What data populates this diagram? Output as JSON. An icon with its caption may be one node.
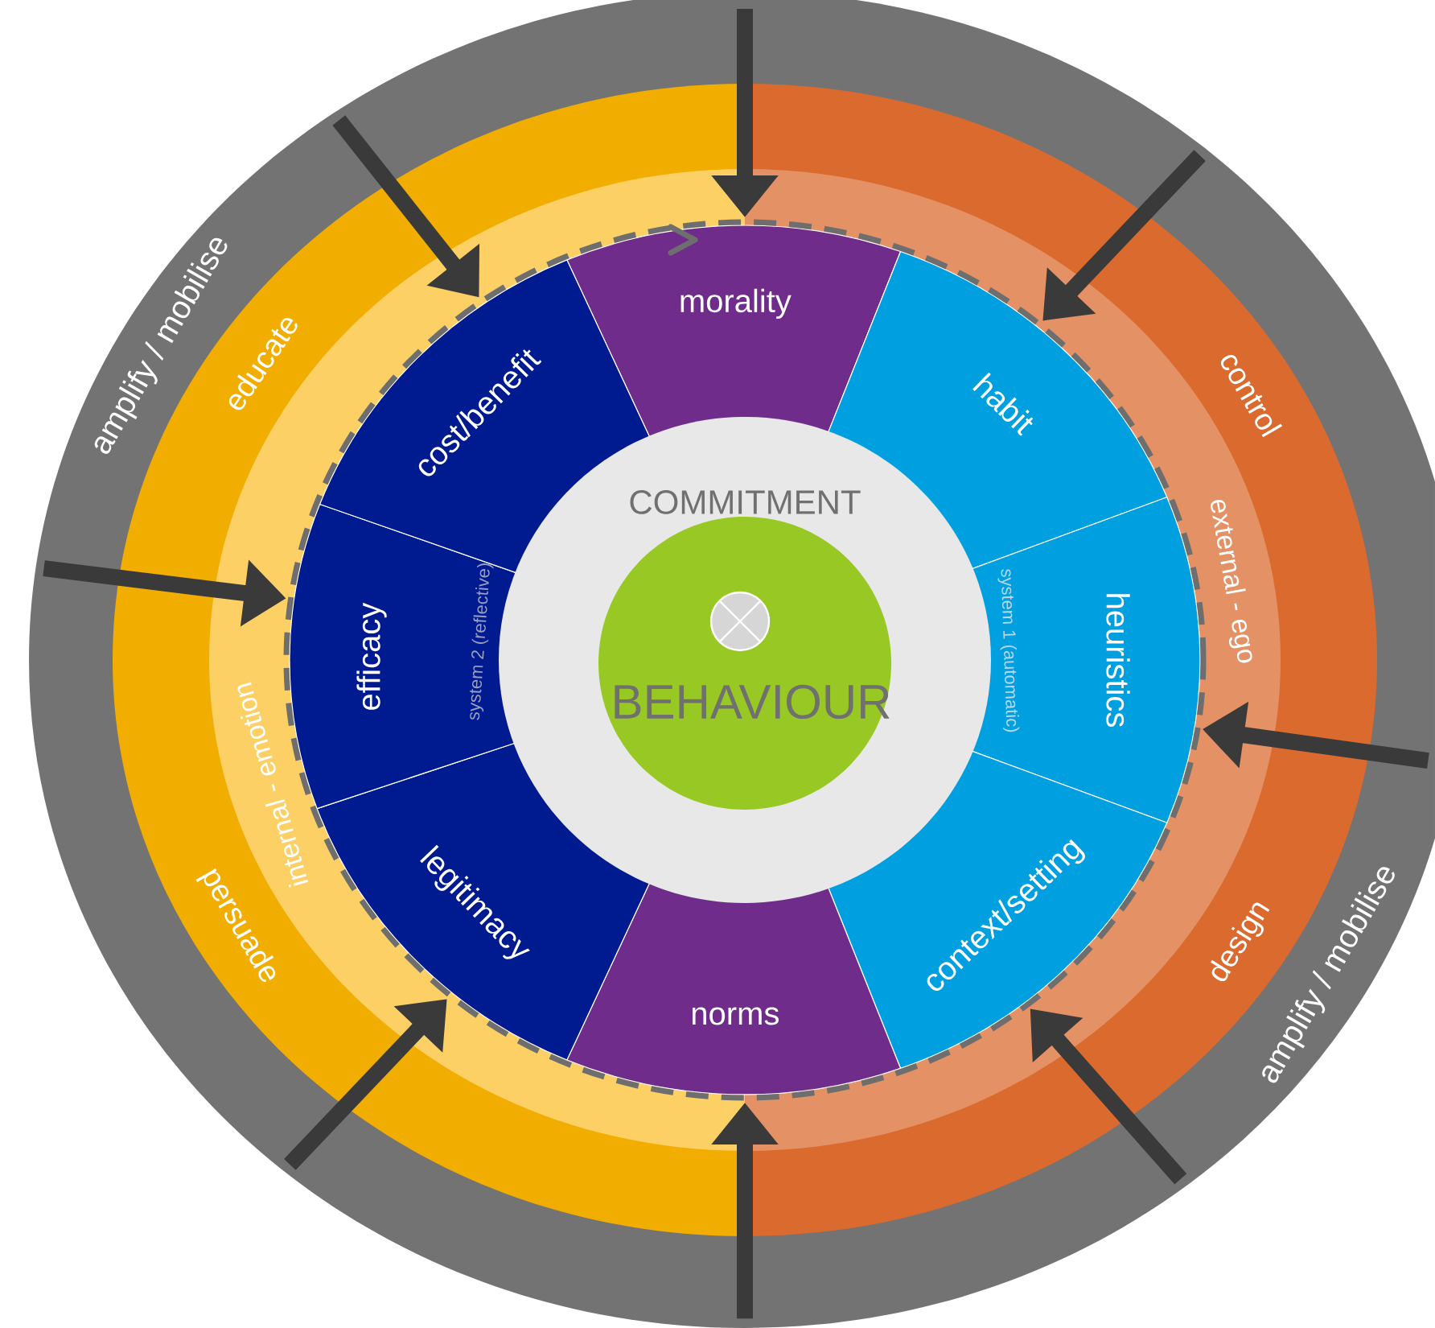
{
  "diagram": {
    "nodes": [
      {
        "text": [
          "amplify / mobilise",
          "amplify / mobilise"
        ]
      },
      {
        "text": [
          "educate",
          "persuade"
        ],
        "in": 0
      },
      {
        "text": [
          "internal - emotion"
        ],
        "in": 1
      },
      {
        "text": [
          "control",
          "design"
        ],
        "in": 0
      },
      {
        "text": [
          "external - ego"
        ],
        "in": 3
      },
      {
        "text": [
          "morality"
        ],
        "in": 0
      },
      {
        "text": [
          "habit"
        ],
        "in": 4
      },
      {
        "text": [
          "heuristics"
        ],
        "in": 4
      },
      {
        "text": [
          "context/setting"
        ],
        "in": 4
      },
      {
        "text": [
          "norms"
        ],
        "in": 0
      },
      {
        "text": [
          "legitimacy"
        ],
        "in": 2
      },
      {
        "text": [
          "efficacy"
        ],
        "in": 2
      },
      {
        "text": [
          "cost/benefit"
        ],
        "in": 2
      },
      {
        "text": [
          "COMMITMENT"
        ],
        "in": 0
      },
      {
        "text": [
          "BEHAVIOUR"
        ],
        "in": 13
      }
    ],
    "edges": [
      {
        "from": 0,
        "to": 5,
        "arrow": "to"
      },
      {
        "from": 0,
        "to": 6,
        "arrow": "to"
      },
      {
        "from": 0,
        "to": 7,
        "arrow": "to"
      },
      {
        "from": 0,
        "to": 8,
        "arrow": "to"
      },
      {
        "from": 0,
        "to": 9,
        "arrow": "to"
      },
      {
        "from": 0,
        "to": 10,
        "arrow": "to"
      },
      {
        "from": 0,
        "to": 11,
        "arrow": "to"
      },
      {
        "from": 0,
        "to": 12,
        "arrow": "to"
      }
    ],
    "labels": [
      "system 2 (reflective)",
      "system 1 (automatic)"
    ]
  }
}
